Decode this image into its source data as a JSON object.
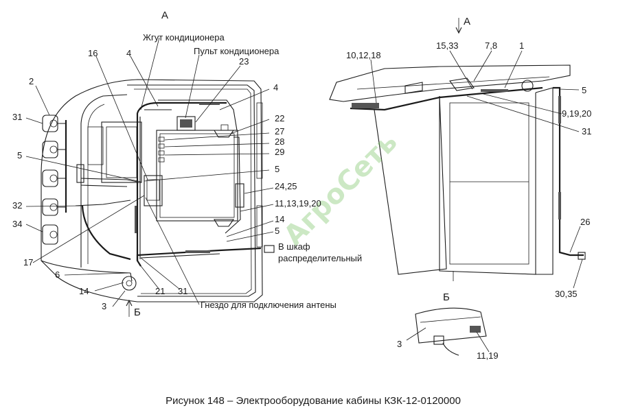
{
  "view_labels": {
    "view_a_left": "А",
    "view_a_right": "А",
    "view_b_bottom": "Б",
    "view_b_detail": "Б"
  },
  "left_labels": {
    "zhgut": "Жгут кондиционера",
    "pult": "Пульт кондиционера",
    "n16": "16",
    "n4a": "4",
    "n23": "23",
    "n4b": "4",
    "n2": "2",
    "n31a": "31",
    "n22": "22",
    "n27": "27",
    "n28": "28",
    "n29": "29",
    "n5a": "5",
    "n5b": "5",
    "n24": "24,25",
    "n11": "11,13,19,20",
    "n32": "32",
    "n14a": "14",
    "n5c": "5",
    "n34": "34",
    "shkaf1": "В шкаф",
    "shkaf2": "распределительный",
    "n17": "17",
    "n6": "6",
    "n14b": "14",
    "n21": "21",
    "n31b": "31",
    "n3": "3",
    "gnezdo": "Гнездо для подключения антены"
  },
  "right_labels": {
    "n10": "10,12,18",
    "n15": "15,33",
    "n78": "7,8",
    "n1": "1",
    "n5": "5",
    "n9": "9,19,20",
    "n31": "31",
    "n26": "26",
    "n30": "30,35"
  },
  "detail_labels": {
    "n3": "3",
    "n11": "11,19"
  },
  "watermark": "АгроСеть",
  "caption": "Рисунок 148 – Электрооборудование кабины КЗК-12-0120000"
}
